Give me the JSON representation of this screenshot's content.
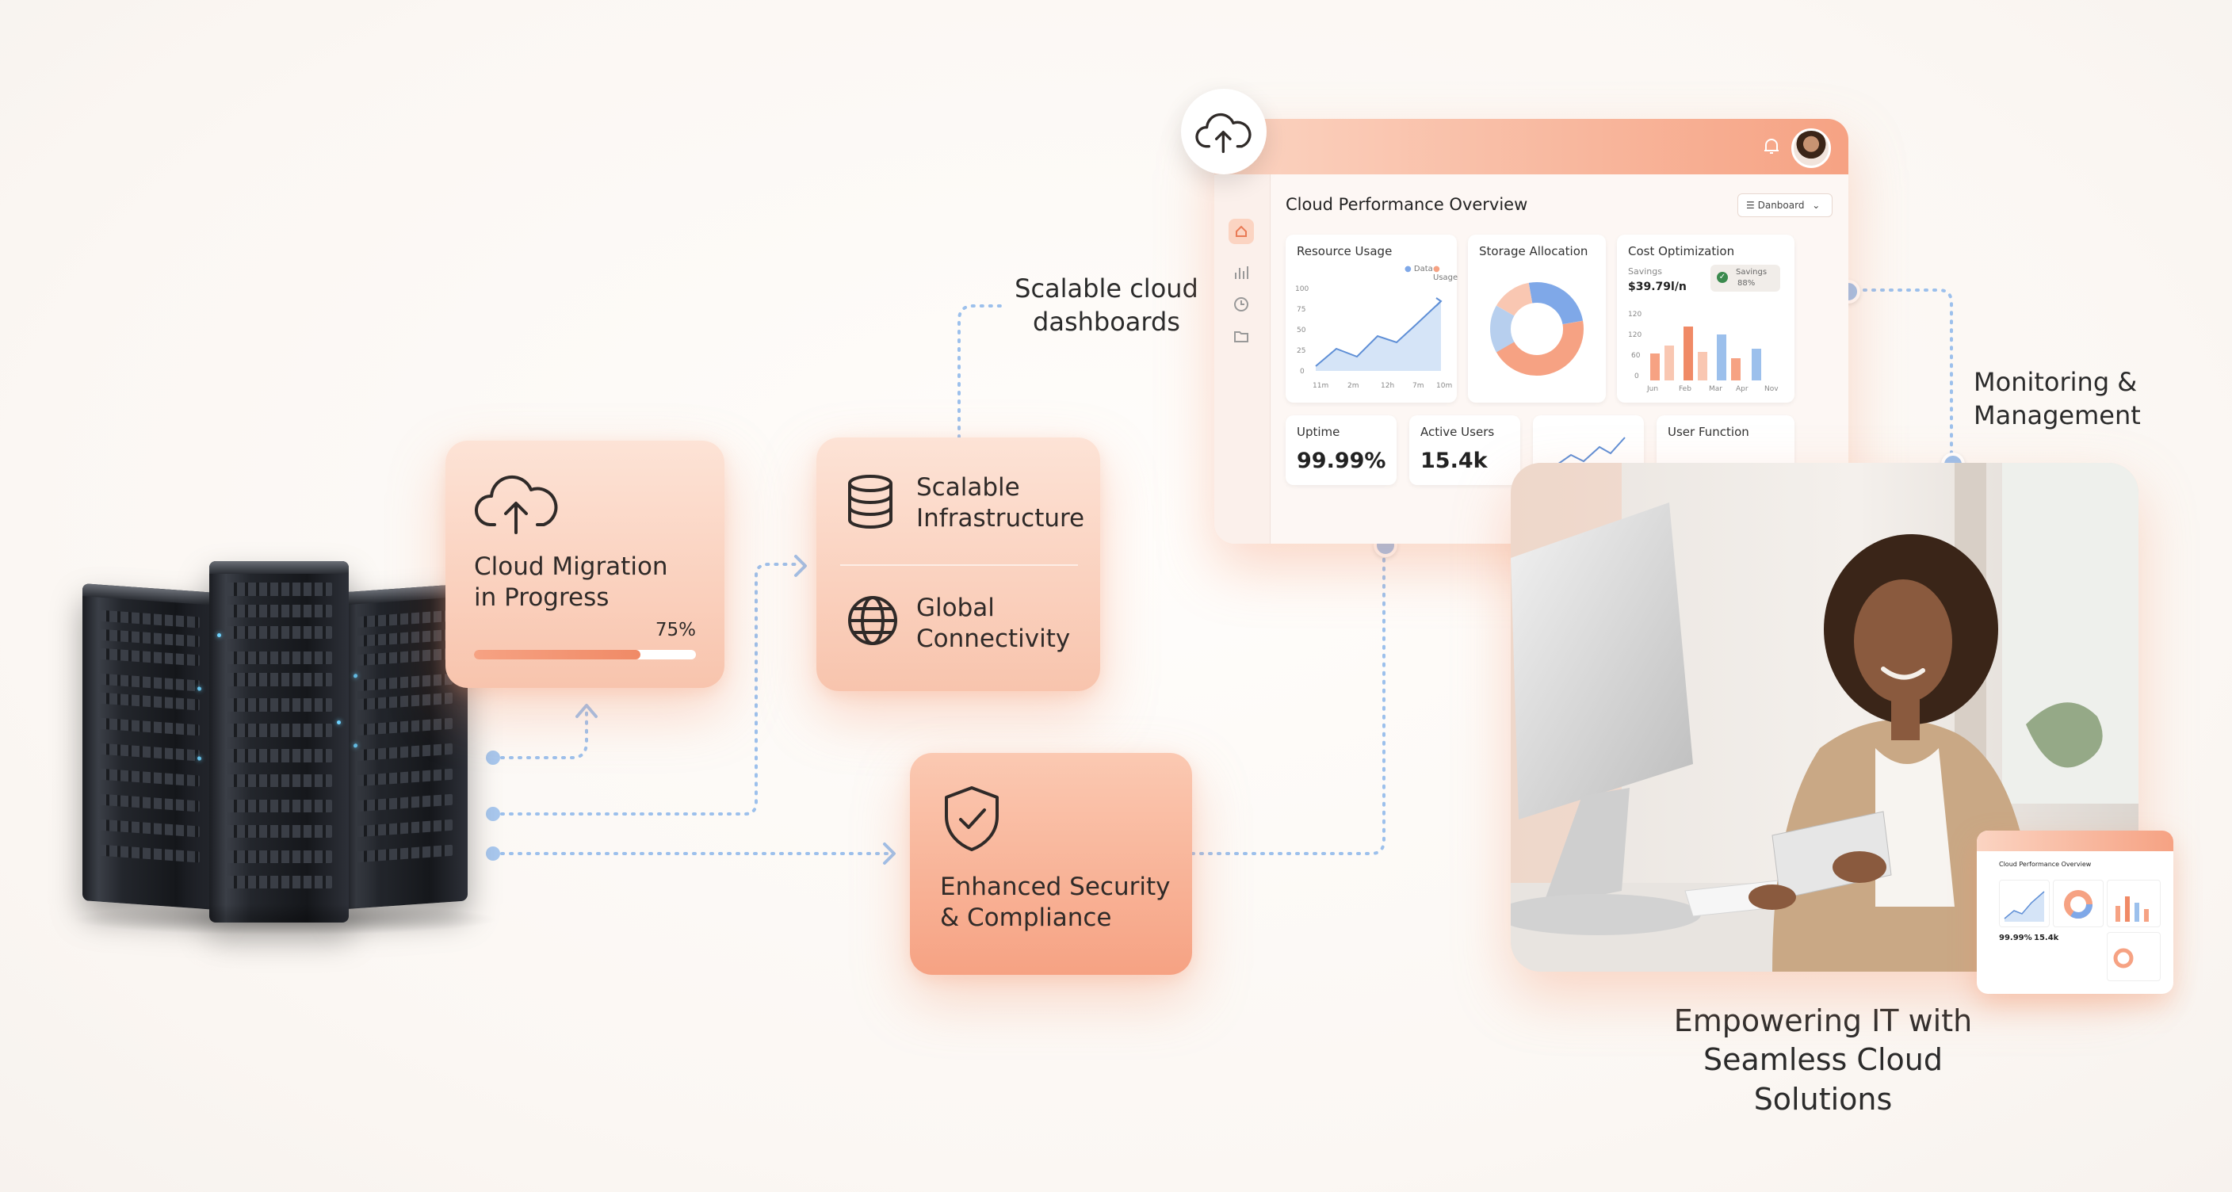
{
  "migration_card": {
    "title": "Cloud Migration in Progress",
    "progress_label": "75%",
    "progress": 0.75
  },
  "infra_card": {
    "item1": "Scalable Infrastructure",
    "item2": "Global Connectivity"
  },
  "security_card": {
    "title": "Enhanced Security & Compliance"
  },
  "labels": {
    "dashboards": "Scalable cloud dashboards",
    "monitoring": "Monitoring & Management",
    "tagline": "Empowering IT with Seamless Cloud Solutions"
  },
  "dashboard": {
    "title": "Cloud Performance Overview",
    "dropdown": "Danboard",
    "resource_usage": {
      "title": "Resource Usage",
      "legend": [
        "Data",
        "Usage"
      ],
      "y_ticks": [
        "100",
        "75",
        "50",
        "25",
        "0"
      ],
      "x_ticks": [
        "11m",
        "2m",
        "12h",
        "7m",
        "10m"
      ]
    },
    "storage": {
      "title": "Storage Allocation"
    },
    "cost": {
      "title": "Cost Optimization",
      "savings_label": "Savings",
      "savings_value": "$39.79l/n",
      "badge_label": "Savings",
      "badge_value": "88%",
      "y_ticks": [
        "120",
        "120",
        "60",
        "0"
      ],
      "x_ticks": [
        "Jun",
        "Feb",
        "Mar",
        "Apr",
        "Nov"
      ]
    },
    "uptime": {
      "title": "Uptime",
      "value": "99.99%"
    },
    "active_users": {
      "title": "Active Users",
      "value": "15.4k"
    },
    "user_function": {
      "title": "User Function"
    }
  },
  "mini_dashboard": {
    "title": "Cloud Performance Overview",
    "uptime": "99.99%",
    "users": "15.4k"
  },
  "colors": {
    "accent": "#f6a283",
    "connector": "#9cc0ec",
    "card": "#f8c4ad"
  }
}
